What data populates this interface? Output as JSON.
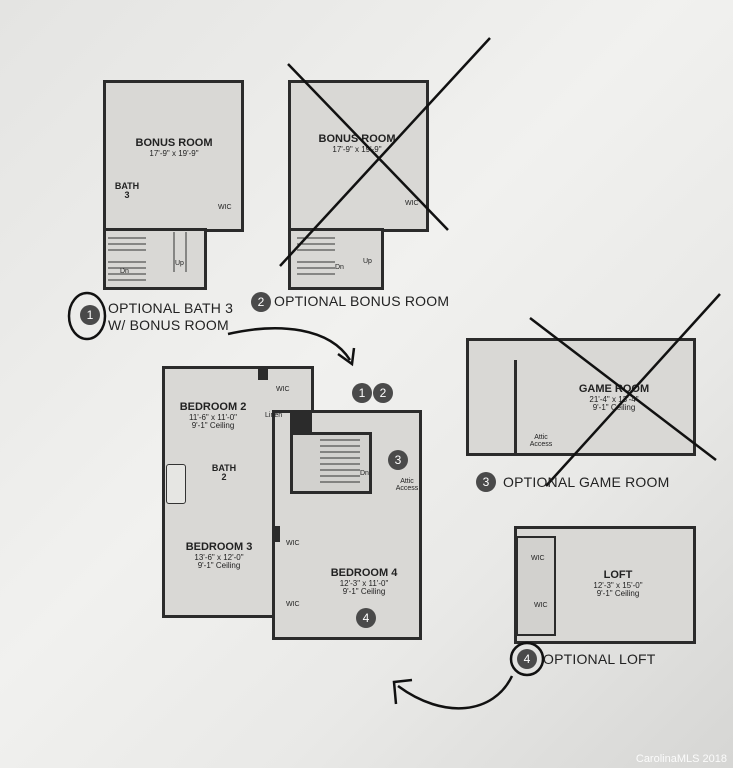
{
  "option1": {
    "badge": "1",
    "caption_line1": "OPTIONAL BATH 3",
    "caption_line2": "W/ BONUS ROOM",
    "bonus_room": {
      "name": "BONUS ROOM",
      "dims": "17'-9\" x 19'-9\""
    },
    "bath": {
      "name": "BATH",
      "number": "3"
    },
    "wic": "WIC",
    "dn": "Dn",
    "up": "Up"
  },
  "option2": {
    "badge": "2",
    "caption": "OPTIONAL BONUS ROOM",
    "bonus_room": {
      "name": "BONUS ROOM",
      "dims": "17'-9\" x 19'-9\""
    },
    "wic": "WIC",
    "dn": "Dn",
    "up": "Up"
  },
  "main_plan": {
    "badges": [
      "1",
      "2"
    ],
    "bedroom2": {
      "name": "BEDROOM 2",
      "dims": "11'-6\" x 11'-0\"",
      "ceiling": "9'-1\" Ceiling"
    },
    "bath2": {
      "name": "BATH",
      "number": "2"
    },
    "bedroom3": {
      "name": "BEDROOM 3",
      "dims": "13'-6\" x 12'-0\"",
      "ceiling": "9'-1\" Ceiling"
    },
    "bedroom4": {
      "name": "BEDROOM 4",
      "dims": "12'-3\" x 11'-0\"",
      "ceiling": "9'-1\" Ceiling"
    },
    "wic": "WIC",
    "linen": "Linen",
    "dn": "Dn",
    "attic_access": "Attic Access",
    "badge3": "3",
    "badge4": "4"
  },
  "option3": {
    "badge": "3",
    "caption": "OPTIONAL GAME ROOM",
    "game_room": {
      "name": "GAME ROOM",
      "dims": "21'-4\" x 13'-4\"",
      "ceiling": "9'-1\" Ceiling"
    },
    "attic_access": "Attic Access"
  },
  "option4": {
    "badge": "4",
    "caption": "OPTIONAL LOFT",
    "loft": {
      "name": "LOFT",
      "dims": "12'-3\" x 15'-0\"",
      "ceiling": "9'-1\" Ceiling"
    },
    "wic": "WIC"
  },
  "watermark": "CarolinaMLS 2018",
  "colors": {
    "floor": "#d9d8d5",
    "wall": "#2b2b2b",
    "badge": "#4a4a4a",
    "ink": "#222222"
  }
}
